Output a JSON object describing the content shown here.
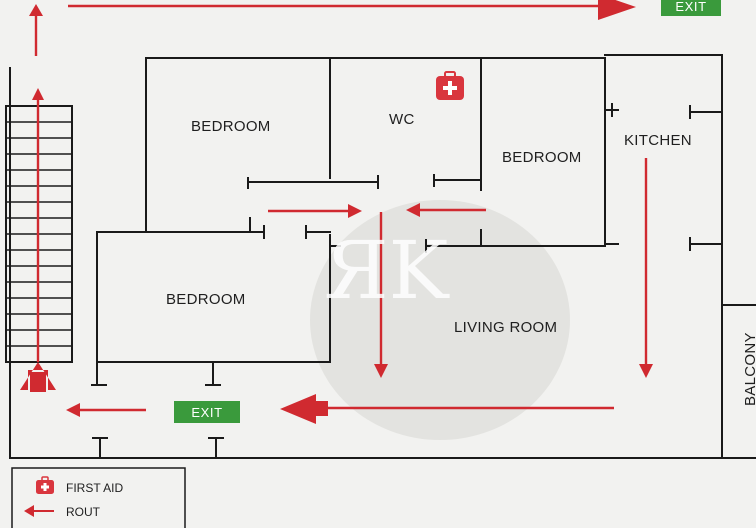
{
  "map": {
    "rooms": [
      {
        "id": "bedroom-top-left",
        "label": "BEDROOM"
      },
      {
        "id": "wc",
        "label": "WC"
      },
      {
        "id": "bedroom-top-right",
        "label": "BEDROOM"
      },
      {
        "id": "kitchen",
        "label": "KITCHEN"
      },
      {
        "id": "bedroom-bottom-left",
        "label": "BEDROOM"
      },
      {
        "id": "living-room",
        "label": "LIVING ROOM"
      },
      {
        "id": "balcony",
        "label": "BALCONY"
      }
    ],
    "exits": [
      {
        "id": "exit-top",
        "label": "EXIT"
      },
      {
        "id": "exit-bottom",
        "label": "EXIT"
      }
    ],
    "watermark": "ЯK"
  },
  "legend": {
    "items": [
      {
        "label": "FIRST AID",
        "icon": "first-aid-icon"
      },
      {
        "label": "ROUT",
        "icon": "route-arrow-icon"
      }
    ]
  },
  "colors": {
    "route": "#d02a30",
    "exit_sign": "#3a9a3c",
    "first_aid": "#d9363e",
    "wall": "#1a1a1a",
    "paper": "#f2f2f0"
  }
}
